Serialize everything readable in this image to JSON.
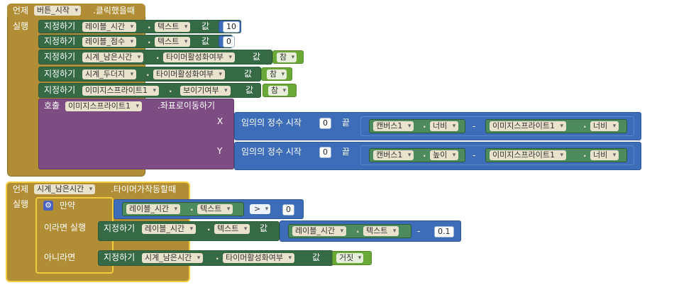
{
  "event1": {
    "when": "언제",
    "component": "버튼_시작",
    "event": ".클릭했을때",
    "do": "실행",
    "statements": [
      {
        "set": "지정하기",
        "component": "레이블_시간",
        "prop": "텍스트",
        "to": "값",
        "value": "10"
      },
      {
        "set": "지정하기",
        "component": "레이블_점수",
        "prop": "텍스트",
        "to": "값",
        "value": "0"
      },
      {
        "set": "지정하기",
        "component": "시계_남은시간",
        "prop": "타이머활성화여부",
        "to": "값",
        "value": "참"
      },
      {
        "set": "지정하기",
        "component": "시계_두더지",
        "prop": "타이머활성화여부",
        "to": "값",
        "value": "참"
      },
      {
        "set": "지정하기",
        "component": "이미지스프라이트1",
        "prop": "보이기여부",
        "to": "값",
        "value": "참"
      }
    ],
    "call": {
      "label": "호출",
      "component": "이미지스프라이트1",
      "method": ".좌표로이동하기",
      "x_label": "X",
      "y_label": "Y",
      "random_label": "임의의 정수 시작",
      "end_label": "끝",
      "from_value": "0",
      "minus": "-",
      "x_canvas": "캔버스1",
      "x_canvas_prop": "너비",
      "x_sprite": "이미지스프라이트1",
      "x_sprite_prop": "너비",
      "y_canvas": "캔버스1",
      "y_canvas_prop": "높이",
      "y_sprite": "이미지스프라이트1",
      "y_sprite_prop": "너비"
    }
  },
  "event2": {
    "when": "언제",
    "component": "시계_남은시간",
    "event": ".타이머가작동할때",
    "do": "실행",
    "if_label": "만약",
    "then_label": "이라면 실행",
    "else_label": "아니라면",
    "cond": {
      "component": "레이블_시간",
      "prop": "텍스트",
      "op": ">",
      "value": "0"
    },
    "then_set": {
      "set": "지정하기",
      "component": "레이블_시간",
      "prop": "텍스트",
      "to": "값",
      "expr_component": "레이블_시간",
      "expr_prop": "텍스트",
      "minus": "-",
      "expr_value": "0.1"
    },
    "else_set": {
      "set": "지정하기",
      "component": "시계_남은시간",
      "prop": "타이머활성화여부",
      "to": "값",
      "value": "거짓"
    }
  },
  "colors": {
    "event": "#b18e35",
    "setter": "#356a45",
    "call": "#7c4c82",
    "math": "#3d6db8",
    "logic": "#6aa837",
    "selected": "#f2cc3c"
  }
}
